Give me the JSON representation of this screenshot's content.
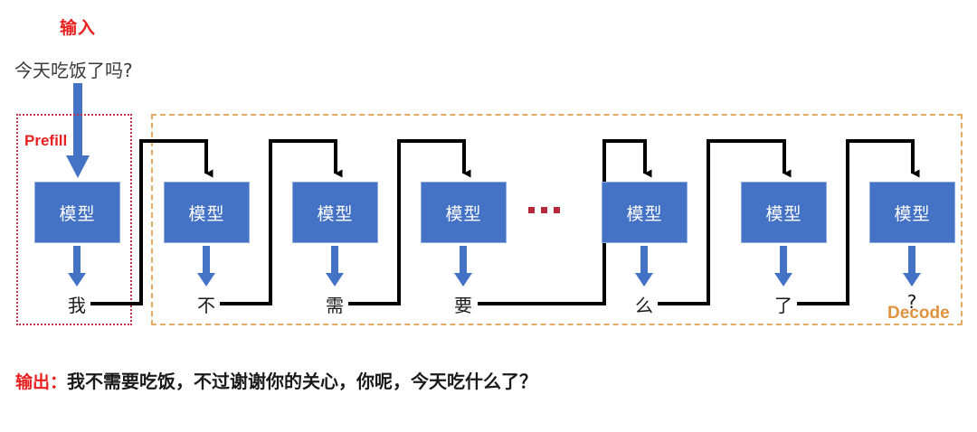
{
  "input": {
    "label": "输入",
    "prompt": "今天吃饭了吗?",
    "label_color": "#e8201f"
  },
  "regions": {
    "prefill": {
      "label": "Prefill",
      "color": "#e8201f",
      "border_color": "#c0304a",
      "border_style": "dotted"
    },
    "decode": {
      "label": "Decode",
      "color": "#e0923e",
      "border_color": "#e2aa62",
      "border_style": "dashed"
    }
  },
  "model_label": "模型",
  "model_box_color": "#4472c4",
  "arrow_color": "#4472c4",
  "wire_color": "#000000",
  "ellipsis": {
    "dots": 3,
    "color": "#b5293a"
  },
  "steps": [
    {
      "model": "模型",
      "token": "我",
      "region": "prefill"
    },
    {
      "model": "模型",
      "token": "不",
      "region": "decode"
    },
    {
      "model": "模型",
      "token": "需",
      "region": "decode"
    },
    {
      "model": "模型",
      "token": "要",
      "region": "decode"
    },
    {
      "model": "模型",
      "token": "么",
      "region": "decode"
    },
    {
      "model": "模型",
      "token": "了",
      "region": "decode"
    },
    {
      "model": "模型",
      "token": "?",
      "region": "decode"
    }
  ],
  "output": {
    "label": "输出：",
    "text": "我不需要吃饭，不过谢谢你的关心，你呢，今天吃什么了？",
    "label_color": "#e8201f"
  }
}
